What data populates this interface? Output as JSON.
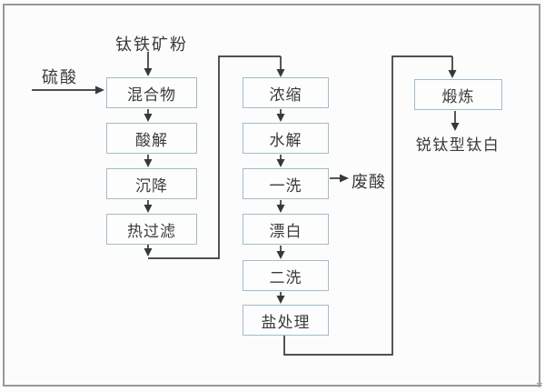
{
  "flowchart": {
    "annotations": {
      "ore_feed": "钛铁矿粉",
      "sulfuric_acid": "硫酸",
      "waste_acid": "废酸",
      "product": "锐钛型钛白"
    },
    "column1": [
      "混合物",
      "酸解",
      "沉降",
      "热过滤"
    ],
    "column2": [
      "浓缩",
      "水解",
      "一洗",
      "漂白",
      "二洗",
      "盐处理"
    ],
    "column3": [
      "煅炼"
    ],
    "colors": {
      "box_border": "#a3bbc9",
      "box_fill": "#fdfdfd",
      "wire": "#383838",
      "text": "#3c3c3c",
      "frame_border": "#989898",
      "background": "#fcfcfc"
    }
  }
}
